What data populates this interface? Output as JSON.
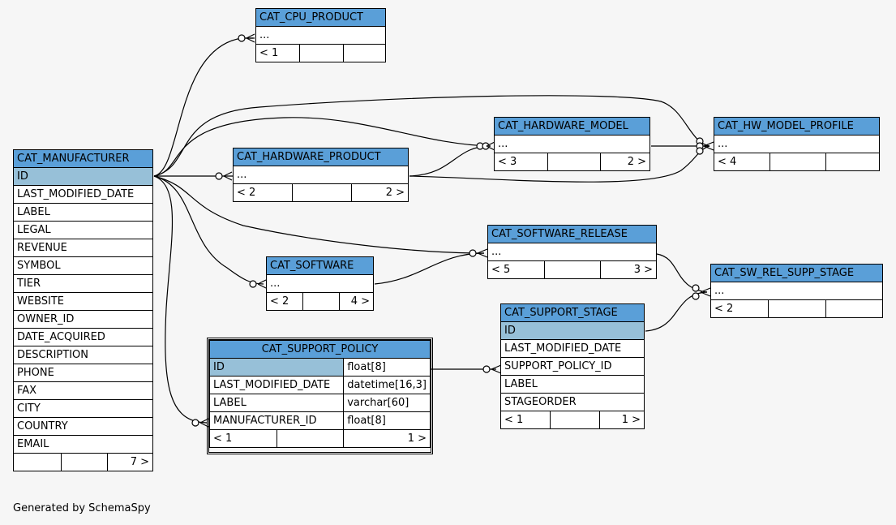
{
  "footer": "Generated by SchemaSpy",
  "tables": {
    "cat_cpu_product": {
      "name": "CAT_CPU_PRODUCT",
      "ellipsis": "...",
      "left": "< 1",
      "right": ""
    },
    "cat_manufacturer": {
      "name": "CAT_MANUFACTURER",
      "columns": [
        "ID",
        "LAST_MODIFIED_DATE",
        "LABEL",
        "LEGAL",
        "REVENUE",
        "SYMBOL",
        "TIER",
        "WEBSITE",
        "OWNER_ID",
        "DATE_ACQUIRED",
        "DESCRIPTION",
        "PHONE",
        "FAX",
        "CITY",
        "COUNTRY",
        "EMAIL"
      ],
      "left": "",
      "right": "7 >"
    },
    "cat_hardware_product": {
      "name": "CAT_HARDWARE_PRODUCT",
      "ellipsis": "...",
      "left": "< 2",
      "right": "2 >"
    },
    "cat_hardware_model": {
      "name": "CAT_HARDWARE_MODEL",
      "ellipsis": "...",
      "left": "< 3",
      "right": "2 >"
    },
    "cat_hw_model_profile": {
      "name": "CAT_HW_MODEL_PROFILE",
      "ellipsis": "...",
      "left": "< 4",
      "right": ""
    },
    "cat_software_release": {
      "name": "CAT_SOFTWARE_RELEASE",
      "ellipsis": "...",
      "left": "< 5",
      "right": "3 >"
    },
    "cat_software": {
      "name": "CAT_SOFTWARE",
      "ellipsis": "...",
      "left": "< 2",
      "right": "4 >"
    },
    "cat_sw_rel_supp_stage": {
      "name": "CAT_SW_REL_SUPP_STAGE",
      "ellipsis": "...",
      "left": "< 2",
      "right": ""
    },
    "cat_support_stage": {
      "name": "CAT_SUPPORT_STAGE",
      "columns": [
        "ID",
        "LAST_MODIFIED_DATE",
        "SUPPORT_POLICY_ID",
        "LABEL",
        "STAGEORDER"
      ],
      "left": "< 1",
      "right": "1 >"
    },
    "cat_support_policy": {
      "name": "CAT_SUPPORT_POLICY",
      "columns": [
        {
          "name": "ID",
          "type": "float[8]"
        },
        {
          "name": "LAST_MODIFIED_DATE",
          "type": "datetime[16,3]"
        },
        {
          "name": "LABEL",
          "type": "varchar[60]"
        },
        {
          "name": "MANUFACTURER_ID",
          "type": "float[8]"
        }
      ],
      "left": "< 1",
      "right": "1 >"
    }
  },
  "colors": {
    "header": "#5a9fd8",
    "primary_key": "#97c0d8",
    "background": "#f6f6f6"
  }
}
